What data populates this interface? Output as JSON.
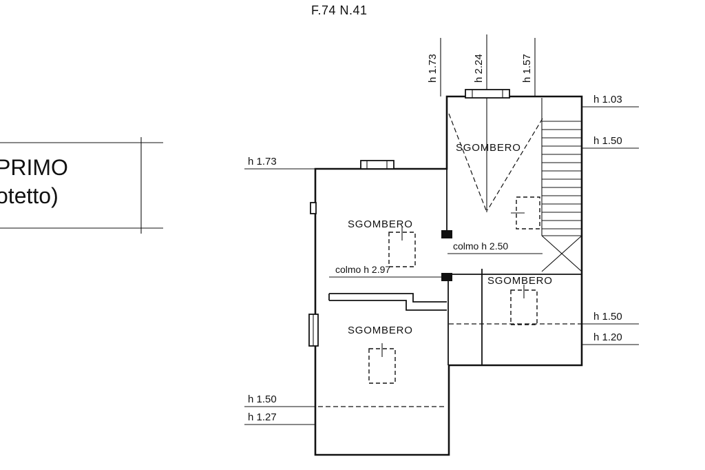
{
  "header": {
    "sheet_ref": "F.74 N.41"
  },
  "title_block": {
    "line1": "PRIMO",
    "line2": "otetto)"
  },
  "plan": {
    "rooms": [
      {
        "id": "top-right",
        "label": "SGOMBERO"
      },
      {
        "id": "middle-left",
        "label": "SGOMBERO"
      },
      {
        "id": "bottom-left",
        "label": "SGOMBERO"
      },
      {
        "id": "bottom-right",
        "label": "SGOMBERO"
      }
    ],
    "ridges": [
      {
        "id": "right-ridge",
        "label": "colmo  h 2.50"
      },
      {
        "id": "left-ridge",
        "label": "colmo h 2.97"
      }
    ],
    "dims": {
      "top": [
        {
          "label": "h 1.73"
        },
        {
          "label": "h 2.24"
        },
        {
          "label": "h 1.57"
        }
      ],
      "left": [
        {
          "label": "h 1.73"
        },
        {
          "label": "h 1.50"
        },
        {
          "label": "h 1.27"
        }
      ],
      "right": [
        {
          "label": "h 1.03"
        },
        {
          "label": "h 1.50"
        },
        {
          "label": "h 1.50"
        },
        {
          "label": "h 1.20"
        }
      ]
    },
    "colors": {
      "ink": "#111111",
      "paper": "#ffffff"
    }
  }
}
